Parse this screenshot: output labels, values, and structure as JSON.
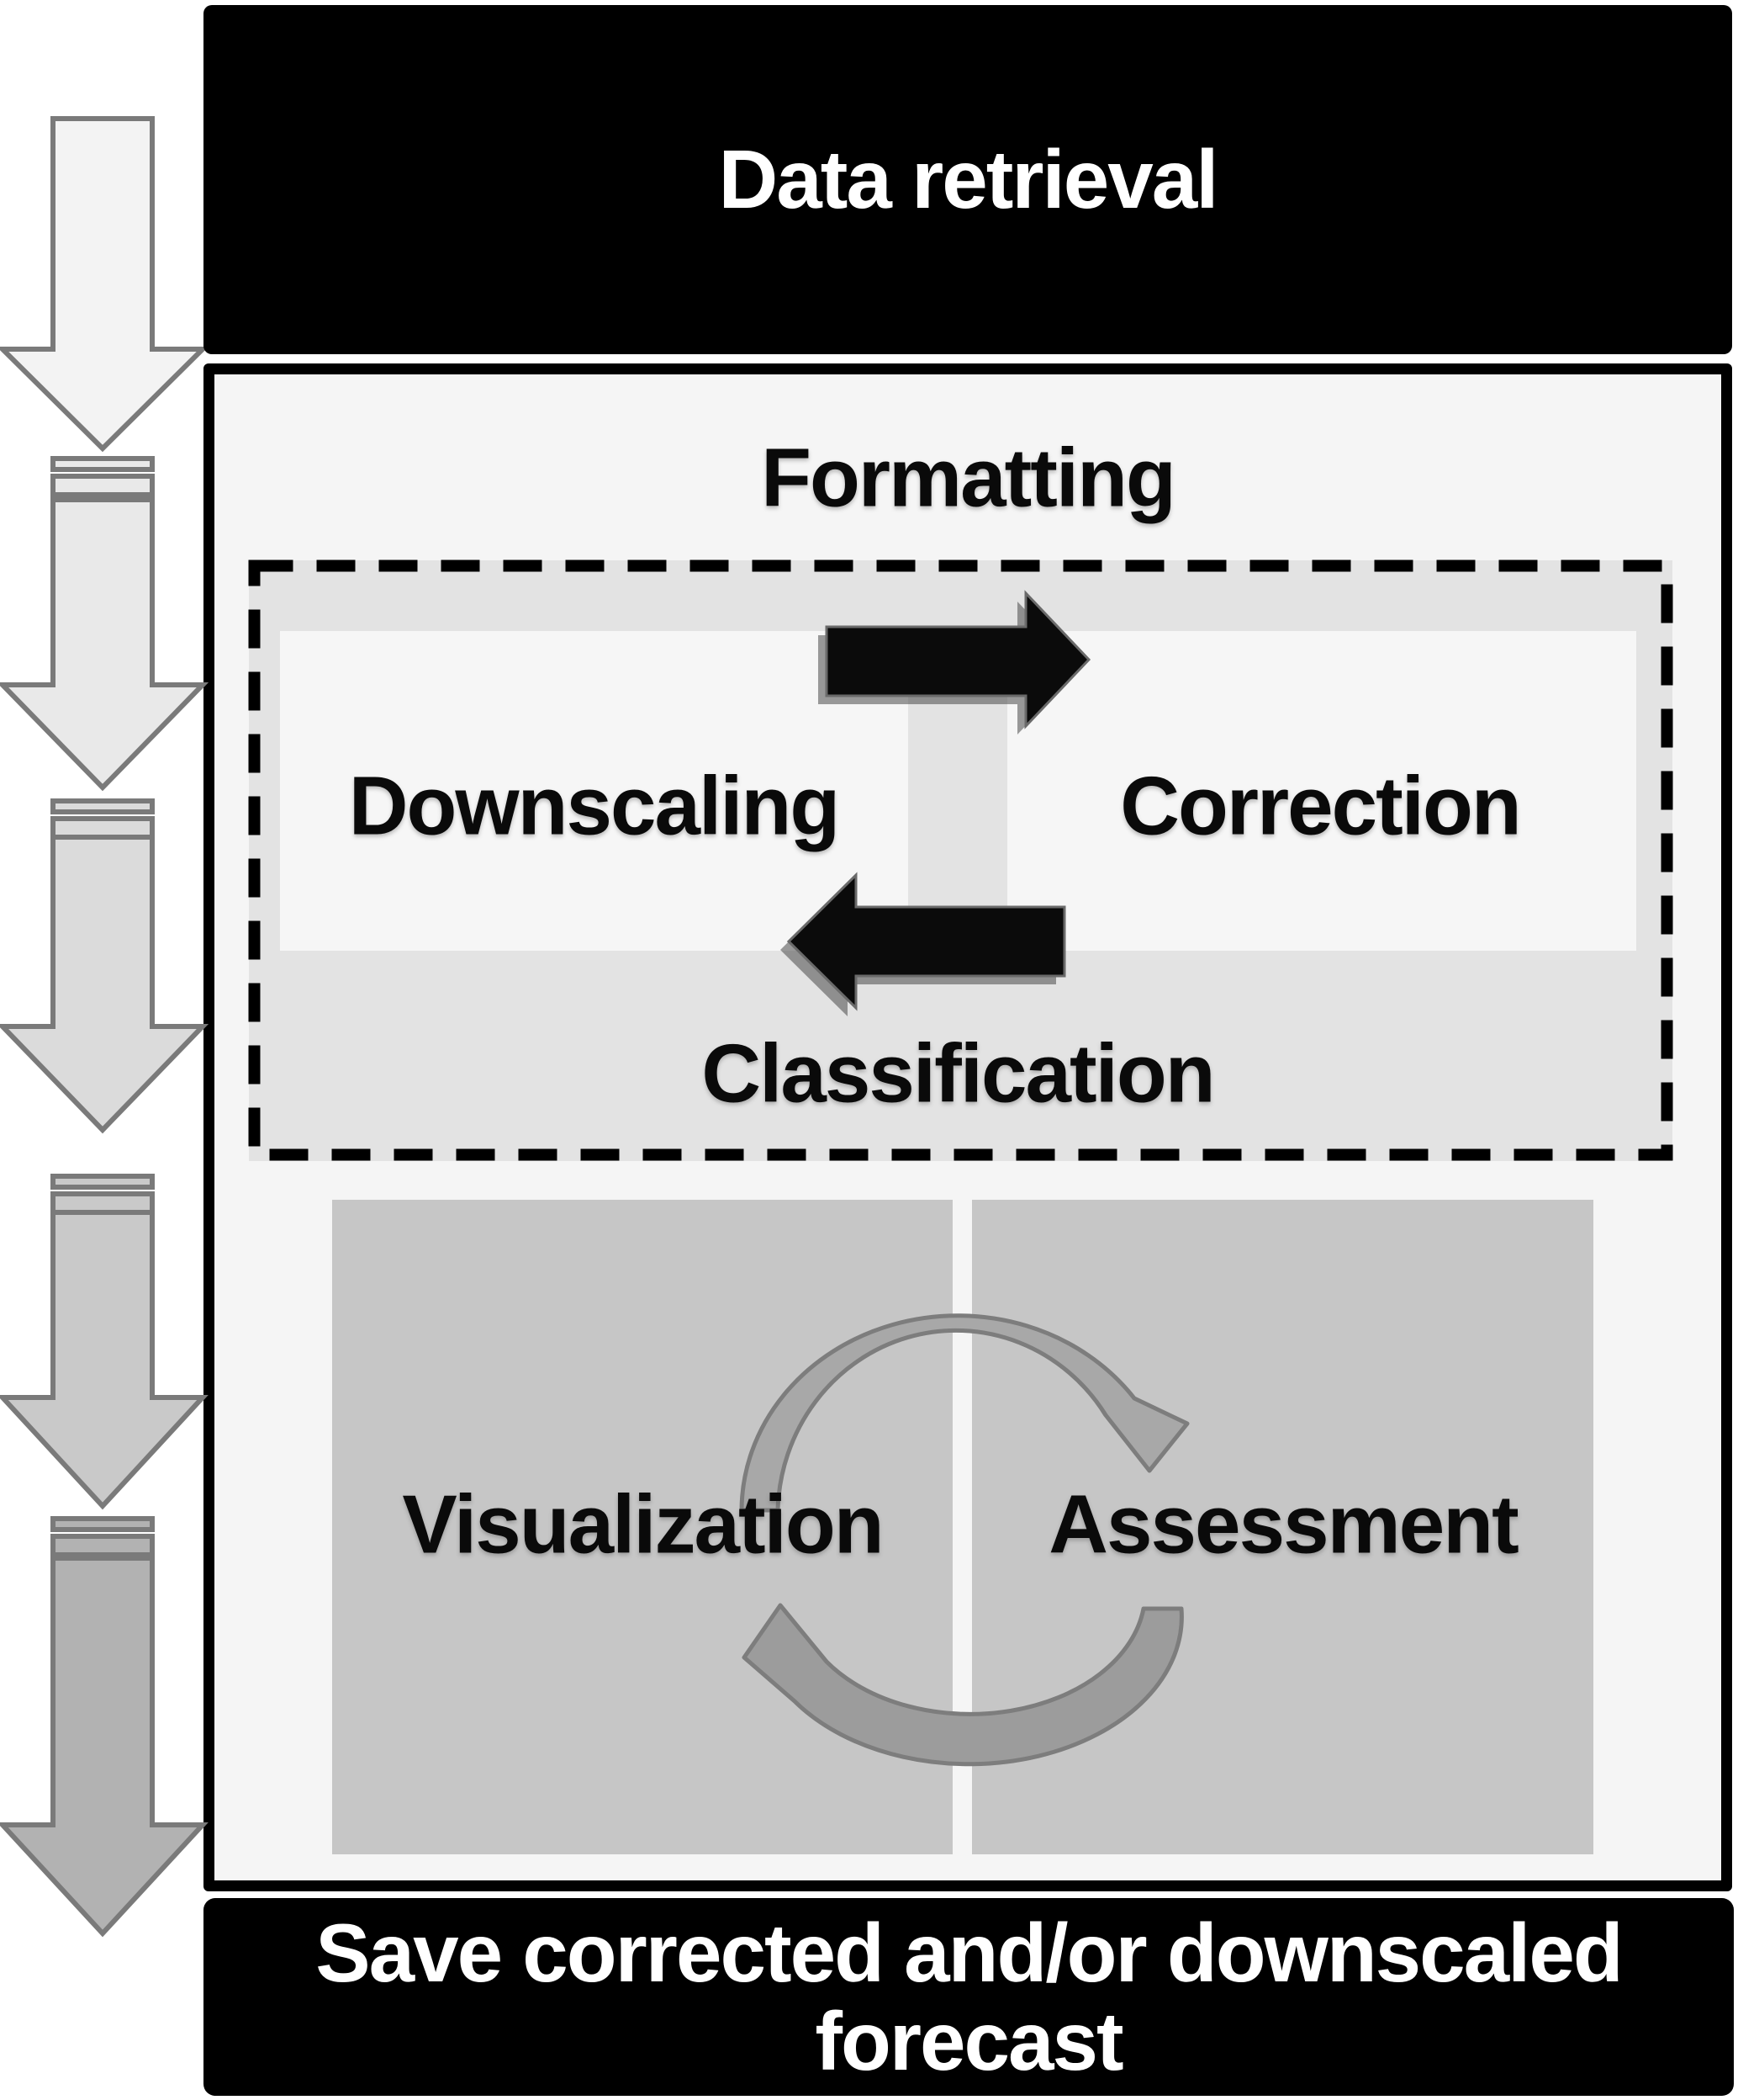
{
  "header": {
    "label": "Data retrieval"
  },
  "formatting": {
    "title": "Formatting",
    "downscaling": "Downscaling",
    "correction": "Correction",
    "classification": "Classification"
  },
  "review": {
    "visualization": "Visualization",
    "assessment": "Assessment"
  },
  "footer": {
    "label": "Save corrected and/or downscaled forecast"
  },
  "colors": {
    "bar_background": "#000000",
    "bar_text": "#ffffff",
    "panel_background": "#f5f5f5",
    "panel_border": "#000000",
    "dashed_box_background": "#e3e3e3",
    "inner_box_background": "#f6f6f6",
    "connector_bar": "#e3e3e3",
    "stage_box_background": "#c6c6c6",
    "black_arrow": "#0b0b0b",
    "black_arrow_shadow": "#4a4a4a",
    "flow_arrow_outline": "#7a7a7a",
    "flow_arrow_fills": [
      "#f3f3f3",
      "#e9e9e9",
      "#dbdbdb",
      "#c9c9c9",
      "#b2b2b2"
    ],
    "cycle_arrow_top_fill": "#a8a8a8",
    "cycle_arrow_bottom_fill": "#9c9c9c",
    "cycle_arrow_outline": "#7d7d7d",
    "label_text": "#0a0a0a"
  }
}
